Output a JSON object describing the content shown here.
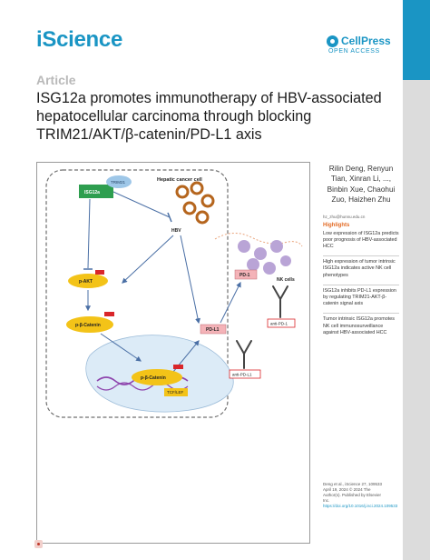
{
  "header": {
    "journal": "iScience",
    "publisher": "CellPress",
    "access": "OPEN ACCESS"
  },
  "article_label": "Article",
  "title": "ISG12a promotes immunotherapy of HBV-associated hepatocellular carcinoma through blocking TRIM21/AKT/β-catenin/PD-L1 axis",
  "diagram": {
    "cell_label": "Hepatic cancer cell",
    "isg12a": "ISG12a",
    "trim21": "TRIM21",
    "hbv": "HBV",
    "pakt": "p-AKT",
    "pbcat": "p-β-Catenin",
    "pbcat_nuc": "p-β-Catenin",
    "tcf": "TCF/LEF",
    "pd1": "PD-1",
    "pdl1": "PD-L1",
    "nk": "NK cells",
    "anti_pd1": "anti-PD-1",
    "anti_pdl1": "anti-PD-L1"
  },
  "authors": "Rilin Deng, Renyun Tian, Xinran Li, ..., Binbin Xue, Chaohui Zuo, Haizhen Zhu",
  "email": "hz_zhu@hunnu.edu.cn",
  "highlights_title": "Highlights",
  "highlights": [
    "Low expression of ISG12a predicts poor prognosis of HBV-associated HCC",
    "High expression of tumor intrinsic ISG12a indicates active NK cell phenotypes",
    "ISG12a inhibits PD-L1 expression by regulating TRIM21-AKT-β-catenin signal axis",
    "Tumor intrinsic ISG12a promotes NK cell immunosurveillance against HBV-associated HCC"
  ],
  "citation": {
    "line1": "Deng et al., iScience 27, 109533",
    "line2": "April 19, 2024 © 2024 The",
    "line3": "Author(s). Published by Elsevier",
    "line4": "Inc.",
    "doi": "https://doi.org/10.1016/j.isci.2024.109533"
  },
  "colors": {
    "brand_blue": "#1a95c4",
    "highlights_orange": "#e36b25",
    "isg12a_green": "#2e9e4f",
    "trim21_blue": "#9ec7e8",
    "signal_yellow": "#f3c318",
    "receptor_pink": "#f4b3b8",
    "phospho_red": "#d9262a",
    "hbv_brown": "#b5651d",
    "nk_purple": "#b9a4d6"
  }
}
